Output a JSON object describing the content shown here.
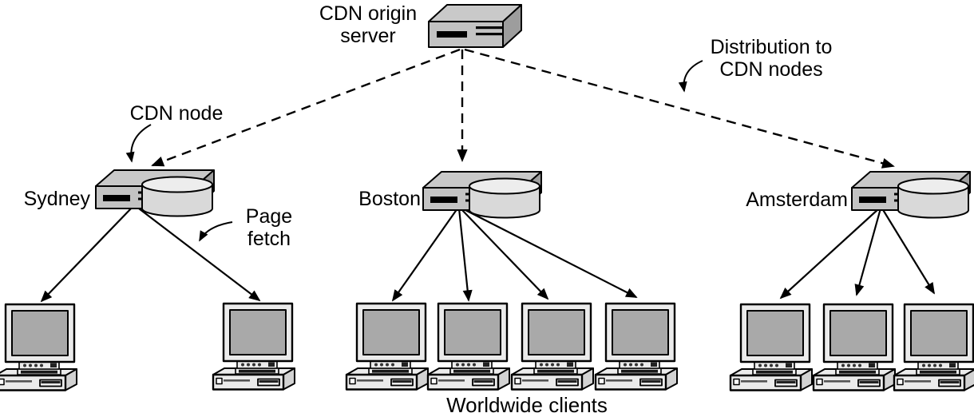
{
  "diagram_title": "CDN content distribution diagram",
  "labels": {
    "origin": "CDN origin\nserver",
    "cdn_node": "CDN node",
    "distribution": "Distribution to\nCDN nodes",
    "page_fetch": "Page\nfetch",
    "worldwide_clients": "Worldwide clients"
  },
  "nodes": [
    {
      "name": "Sydney",
      "clients": 2
    },
    {
      "name": "Boston",
      "clients": 4
    },
    {
      "name": "Amsterdam",
      "clients": 3
    }
  ],
  "links": {
    "origin_to_nodes_style": "dashed-arrow",
    "node_to_clients_style": "solid-arrow"
  },
  "icons": {
    "origin_server": "server-box-icon",
    "cdn_node": "server-with-disk-icon",
    "client": "desktop-computer-icon"
  },
  "colors": {
    "outline": "#000000",
    "server_top": "#c9c9c9",
    "server_front": "#c3c3c3",
    "server_side": "#9d9d9d",
    "disk_body": "#d9d9d9",
    "disk_top": "#ededed",
    "device_light": "#ebebeb",
    "device_side": "#d2d2d2",
    "screen": "#a9a9a9",
    "background": "#ffffff"
  }
}
